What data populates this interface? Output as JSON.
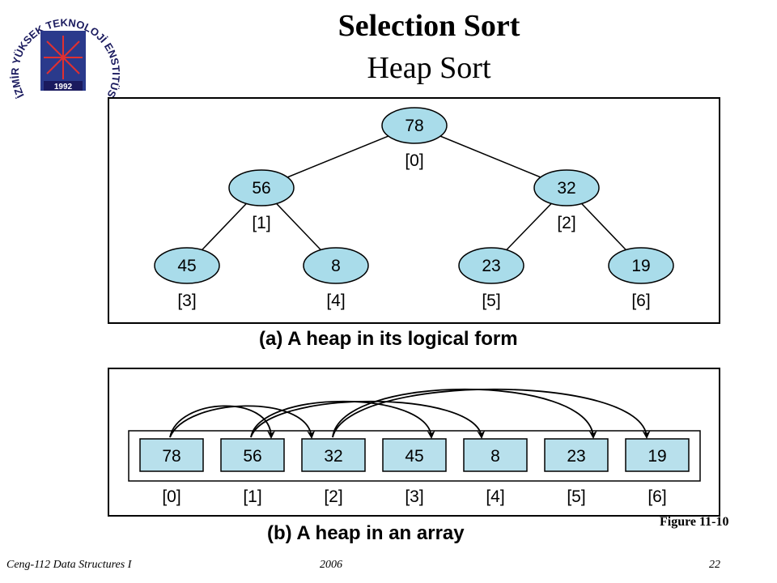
{
  "logo": {
    "ring_text": "İZMİR YÜKSEK TEKNOLOJİ ENSTİTÜSÜ",
    "year": "1992"
  },
  "slide": {
    "title": "Selection Sort",
    "subtitle": "Heap Sort",
    "figure_label": "Figure 11-10"
  },
  "heap": {
    "caption_logical": "(a) A heap in its logical form",
    "caption_array": "(b) A heap in an array",
    "nodes": [
      {
        "value": "78",
        "index": "[0]"
      },
      {
        "value": "56",
        "index": "[1]"
      },
      {
        "value": "32",
        "index": "[2]"
      },
      {
        "value": "45",
        "index": "[3]"
      },
      {
        "value": "8",
        "index": "[4]"
      },
      {
        "value": "23",
        "index": "[5]"
      },
      {
        "value": "19",
        "index": "[6]"
      }
    ],
    "colors": {
      "fill": "#a9dcea",
      "cell_fill": "#b8e0ec",
      "stroke": "#000000"
    }
  },
  "footer": {
    "course": "Ceng-112 Data Structures I",
    "year": "2006",
    "page": "22"
  }
}
